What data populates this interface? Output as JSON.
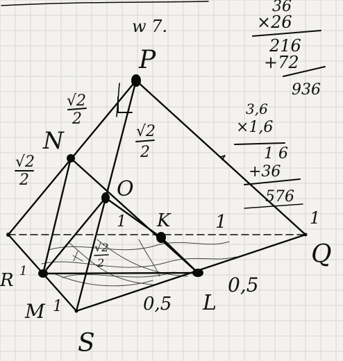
{
  "diagram": {
    "header_label": "w 7.",
    "vertices": {
      "P": "P",
      "N": "N",
      "O": "O",
      "R": "R",
      "S": "S",
      "Q": "Q",
      "M": "M",
      "L": "L",
      "K": "K"
    },
    "edge_labels": {
      "r_side": "1",
      "m_side": "1",
      "n_edge": "1",
      "kq": "1",
      "q_corner": "1",
      "sl": "0,5",
      "lq": "0,5"
    },
    "fractions": {
      "pn": {
        "num": "√2",
        "den": "2"
      },
      "rn": {
        "num": "√2",
        "den": "2"
      },
      "po": {
        "num": "√2",
        "den": "2"
      },
      "base": {
        "num": "√2",
        "den": "2"
      }
    }
  },
  "calculations": {
    "a": {
      "top": "36",
      "mult": "×26",
      "partial1": "216",
      "partial2": "+72",
      "result": "936"
    },
    "b": {
      "top": "3,6",
      "mult": "×1,6",
      "partial1": "1 6",
      "partial2": "+36",
      "result": "576"
    }
  }
}
